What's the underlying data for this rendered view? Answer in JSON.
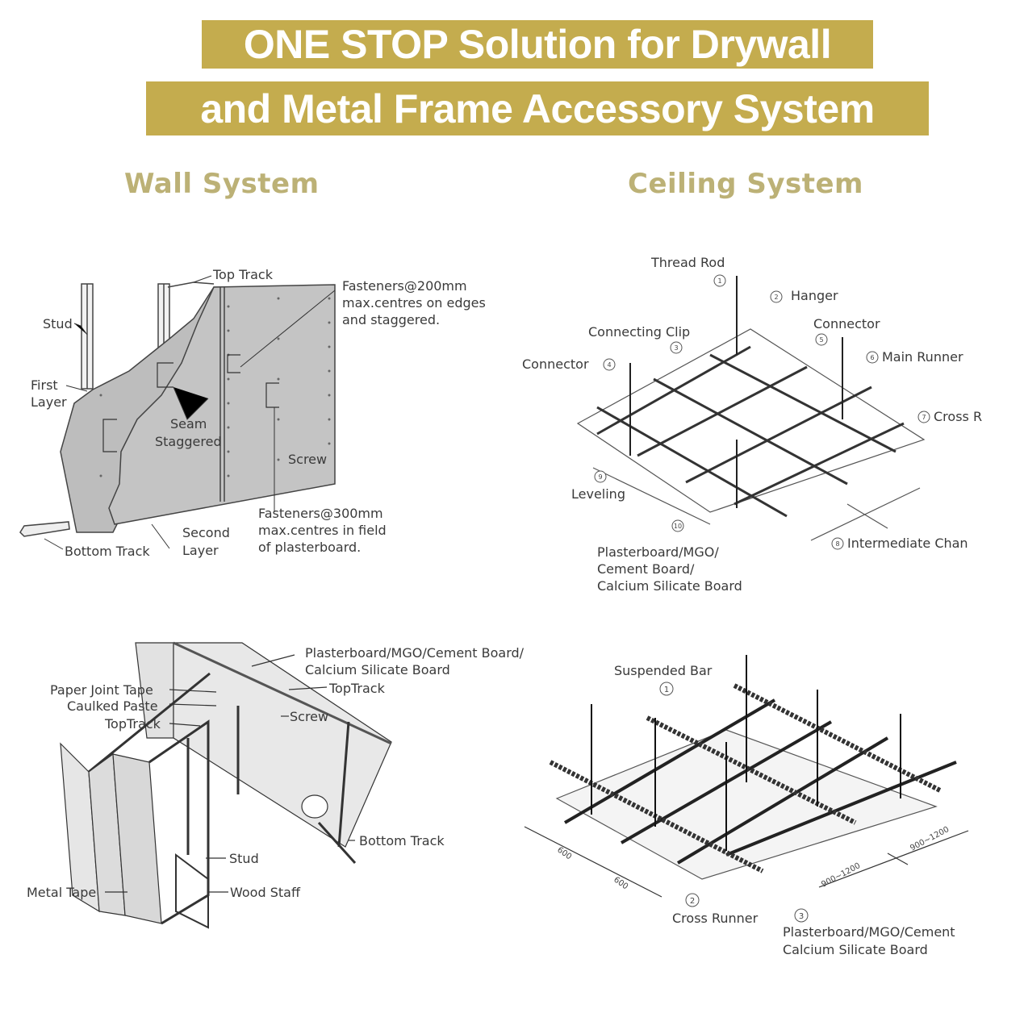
{
  "header": {
    "title_line1": "ONE STOP Solution for Drywall",
    "title_line2": "and Metal Frame Accessory System",
    "banner_color": "#c4ac4e",
    "title_text_color": "#ffffff"
  },
  "sections": {
    "wall": {
      "title": "Wall System",
      "color": "#bcb176"
    },
    "ceiling": {
      "title": "Ceiling System",
      "color": "#bcb176"
    }
  },
  "wall_diagram_1": {
    "labels": {
      "top_track": "Top Track",
      "stud": "Stud",
      "first_layer_1": "First",
      "first_layer_2": "Layer",
      "seam_1": "Seam",
      "seam_2": "Staggered",
      "screw": "Screw",
      "fasteners200_1": "Fasteners@200mm",
      "fasteners200_2": "max.centres on edges",
      "fasteners200_3": "and staggered.",
      "fasteners300_1": "Fasteners@300mm",
      "fasteners300_2": "max.centres in field",
      "fasteners300_3": "of plasterboard.",
      "second_layer_1": "Second",
      "second_layer_2": "Layer",
      "bottom_track": "Bottom Track"
    }
  },
  "ceiling_diagram_1": {
    "labels": {
      "thread_rod": "Thread Rod",
      "hanger": "Hanger",
      "connecting_clip": "Connecting Clip",
      "connector_right": "Connector",
      "connector_left": "Connector",
      "main_runner": "Main Runner",
      "cross_runner": "Cross R",
      "leveling": "Leveling",
      "intermediate_channel": "Intermediate Chan",
      "board_1": "Plasterboard/MGO/",
      "board_2": "Cement Board/",
      "board_3": "Calcium Silicate Board"
    },
    "callouts": [
      "1",
      "2",
      "3",
      "4",
      "5",
      "6",
      "7",
      "8",
      "9",
      "10"
    ]
  },
  "wall_diagram_2": {
    "labels": {
      "board_1": "Plasterboard/MGO/Cement Board/",
      "board_2": "Calcium Silicate Board",
      "top_track_right": "TopTrack",
      "paper_joint_tape": "Paper Joint Tape",
      "caulked_paste": "Caulked Paste",
      "top_track_left": "TopTrack",
      "screw": "Screw",
      "bottom_track": "Bottom Track",
      "stud": "Stud",
      "metal_tape": "Metal Tape",
      "wood_staff": "Wood Staff"
    }
  },
  "ceiling_diagram_2": {
    "labels": {
      "suspended_bar": "Suspended Bar",
      "cross_runner": "Cross Runner",
      "board_1": "Plasterboard/MGO/Cement",
      "board_2": "Calcium Silicate Board"
    },
    "callouts": [
      "1",
      "2",
      "3"
    ],
    "dimensions": {
      "d600_a": "600",
      "d600_b": "600",
      "d900_a": "900~1200",
      "d900_b": "900~1200"
    }
  }
}
